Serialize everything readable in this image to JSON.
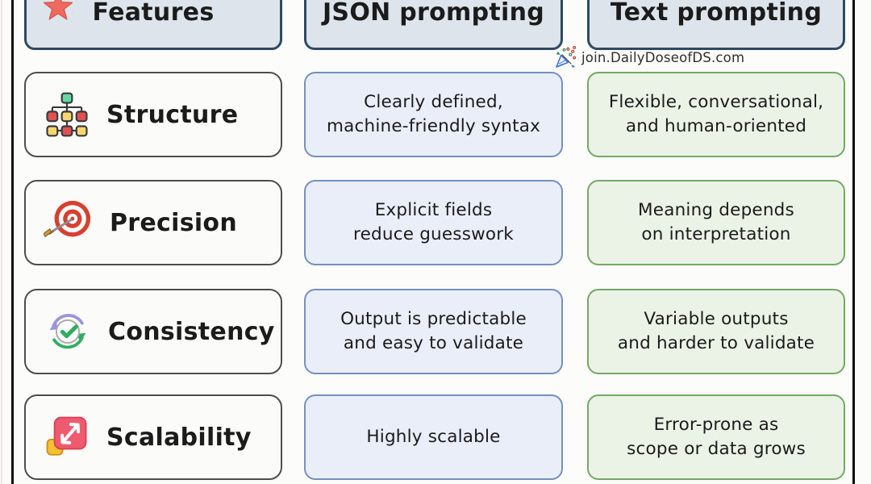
{
  "watermark": {
    "text": "join.DailyDoseofDS.com",
    "icon": "party-popper-icon"
  },
  "table": {
    "headers": {
      "feature": "Features",
      "feature_icon": "star-icon",
      "json": "JSON prompting",
      "text": "Text prompting"
    },
    "rows": [
      {
        "feature": "Structure",
        "icon": "flowchart-icon",
        "json": "Clearly defined,\nmachine-friendly syntax",
        "text": "Flexible, conversational,\nand human-oriented"
      },
      {
        "feature": "Precision",
        "icon": "dartboard-icon",
        "json": "Explicit fields\nreduce guesswork",
        "text": "Meaning depends\non interpretation"
      },
      {
        "feature": "Consistency",
        "icon": "sync-check-icon",
        "json": "Output is predictable\nand easy to validate",
        "text": "Variable outputs\nand harder to validate"
      },
      {
        "feature": "Scalability",
        "icon": "resize-arrow-icon",
        "json": "Highly scalable",
        "text": "Error-prone as\nscope or data grows"
      }
    ]
  },
  "colors": {
    "header_fill": "#dde4eb",
    "header_border": "#2d4a63",
    "feature_fill": "#fbfbf9",
    "feature_border": "#4d4d4d",
    "json_fill": "#e9eef9",
    "json_border": "#7590bf",
    "text_fill": "#eaf3e6",
    "text_border": "#74a965",
    "frame": "#101010",
    "star": "#ee6a5f"
  }
}
